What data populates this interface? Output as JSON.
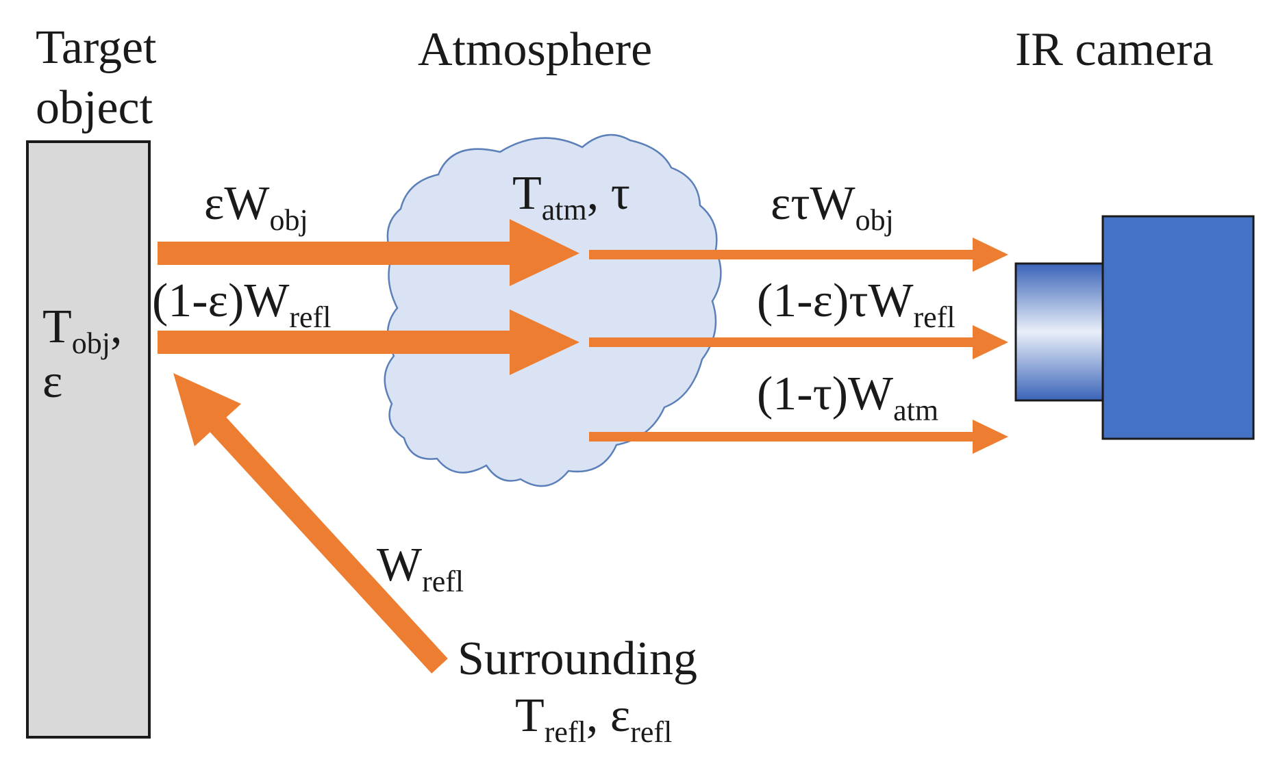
{
  "title": {
    "target_line1": "Target",
    "target_line2": "object",
    "atmosphere": "Atmosphere",
    "camera": "IR camera"
  },
  "target": {
    "temp_main": "T",
    "temp_sub": "obj",
    "sep": ",",
    "emissivity": "ε"
  },
  "atmosphere_params": {
    "temp_main": "T",
    "temp_sub": "atm",
    "sep": ",",
    "transmittance": " τ"
  },
  "surrounding": {
    "label": "Surrounding",
    "temp_main": "T",
    "temp_sub": "refl",
    "sep": ",",
    "emis_main": " ε",
    "emis_sub": "refl"
  },
  "flows": {
    "emitted_in": {
      "main": "εW",
      "sub": "obj"
    },
    "reflected_in": {
      "main": "(1-ε)W",
      "sub": "refl"
    },
    "emitted_out": {
      "main": "ετW",
      "sub": "obj"
    },
    "reflected_out": {
      "main": "(1-ε)τW",
      "sub": "refl"
    },
    "atmosphere_out": {
      "main": "(1-τ)W",
      "sub": "atm"
    },
    "surrounding_in": {
      "main": "W",
      "sub": "refl"
    }
  },
  "colors": {
    "arrow": "#ed7d31",
    "cloud_fill": "#dae3f3",
    "cloud_stroke": "#5b7fb8",
    "target_fill": "#d9d9d9",
    "camera_body": "#4472c4",
    "lens_dark": "#3a63b8",
    "lens_light": "#e9eff9"
  }
}
